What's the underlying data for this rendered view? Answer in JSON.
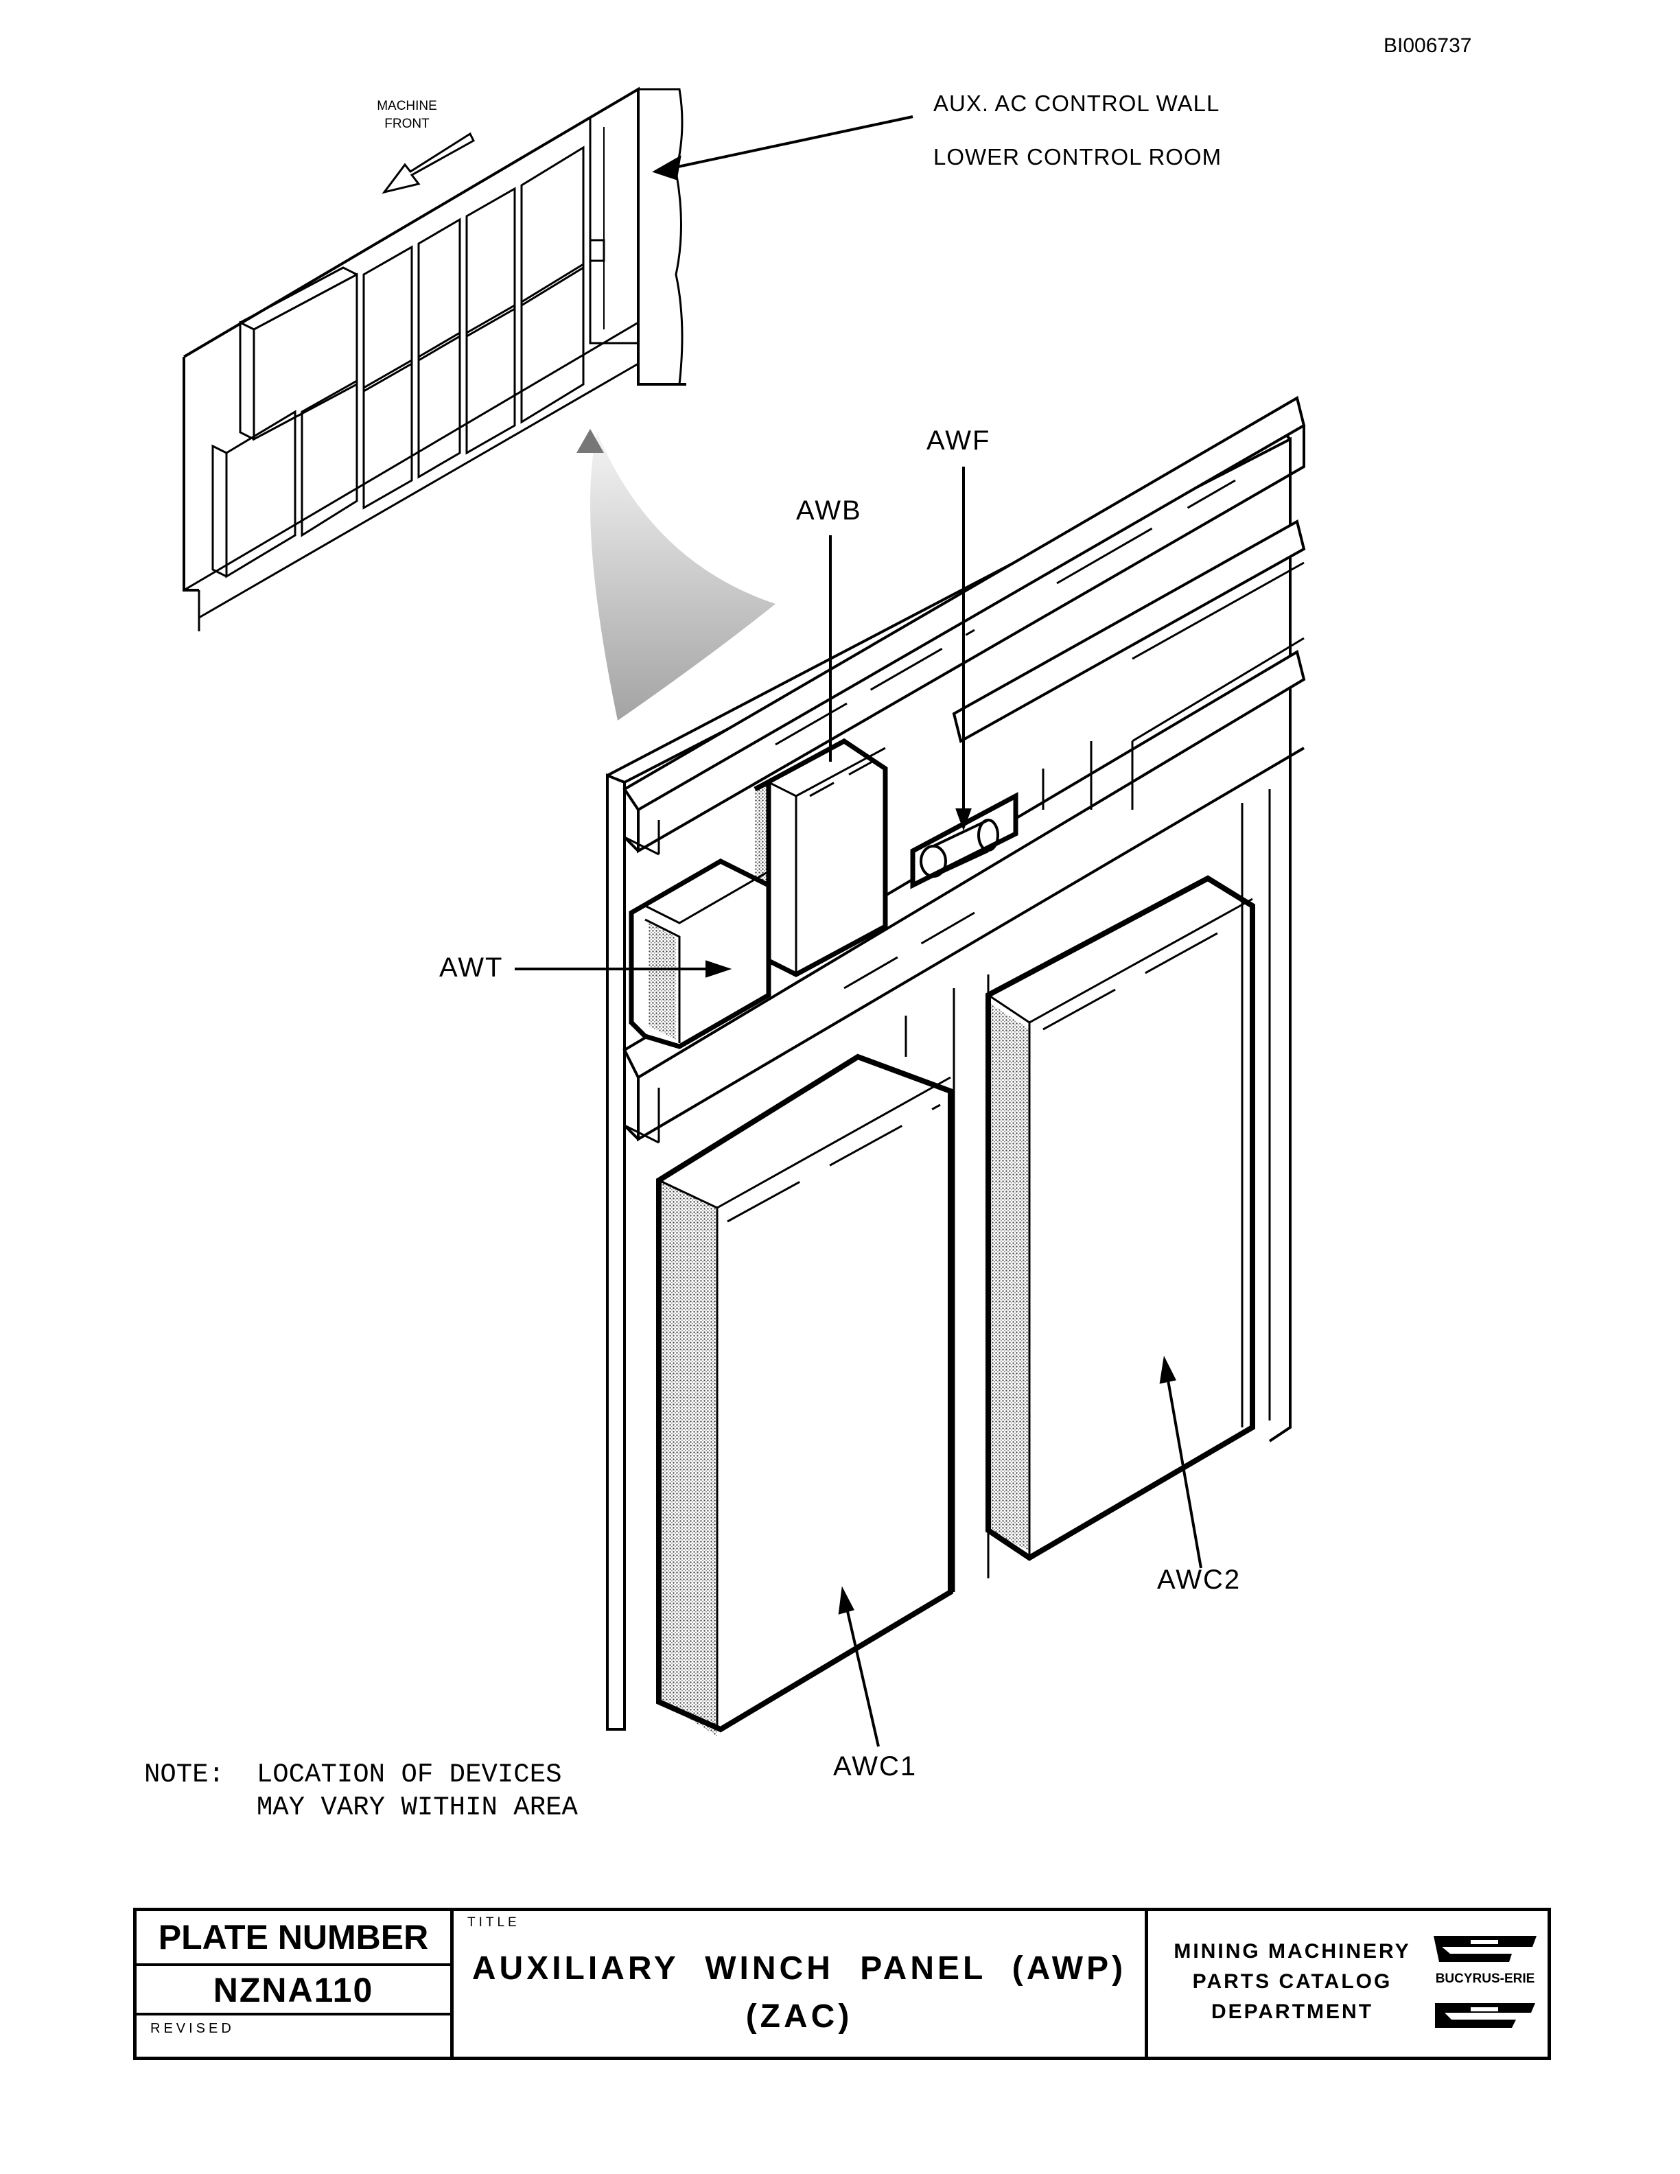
{
  "doc_id": "BI006737",
  "callouts": {
    "location_line1": "AUX. AC CONTROL WALL",
    "location_line2": "LOWER CONTROL ROOM",
    "machine_front_line1": "MACHINE",
    "machine_front_line2": "FRONT"
  },
  "device_labels": {
    "awf": "AWF",
    "awb": "AWB",
    "awt": "AWT",
    "awc1": "AWC1",
    "awc2": "AWC2"
  },
  "note": {
    "line1": "NOTE:  LOCATION OF DEVICES",
    "line2": "       MAY VARY WITHIN AREA"
  },
  "title_block": {
    "plate_header": "PLATE NUMBER",
    "plate_number": "NZNA110",
    "revised_label": "REVISED",
    "title_label": "TITLE",
    "title_line1": "AUXILIARY  WINCH  PANEL (AWP)",
    "title_line2": "(ZAC)",
    "dept_line1": "MINING MACHINERY",
    "dept_line2": "PARTS CATALOG",
    "dept_line3": "DEPARTMENT",
    "logo_text": "BUCYRUS-ERIE"
  }
}
